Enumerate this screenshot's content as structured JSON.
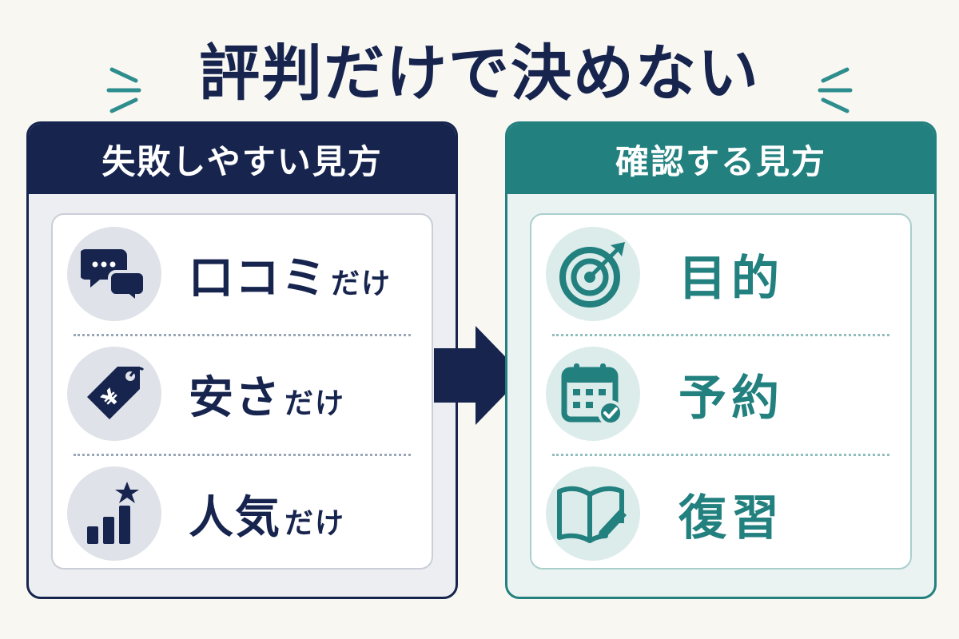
{
  "title": "評判だけで決めない",
  "colors": {
    "navy": "#16244e",
    "teal": "#22807f",
    "background": "#f8f7f2"
  },
  "left_panel": {
    "header": "失敗しやすい見方",
    "items": [
      {
        "main": "口コミ",
        "suffix": "だけ",
        "icon": "speech-bubbles-icon"
      },
      {
        "main": "安さ",
        "suffix": "だけ",
        "icon": "yen-price-tag-icon"
      },
      {
        "main": "人気",
        "suffix": "だけ",
        "icon": "bar-chart-star-icon"
      }
    ]
  },
  "right_panel": {
    "header": "確認する見方",
    "items": [
      {
        "main": "目的",
        "icon": "target-arrow-icon"
      },
      {
        "main": "予約",
        "icon": "calendar-check-icon"
      },
      {
        "main": "復習",
        "icon": "open-book-pencil-icon"
      }
    ]
  },
  "arrow_icon": "right-arrow-icon"
}
